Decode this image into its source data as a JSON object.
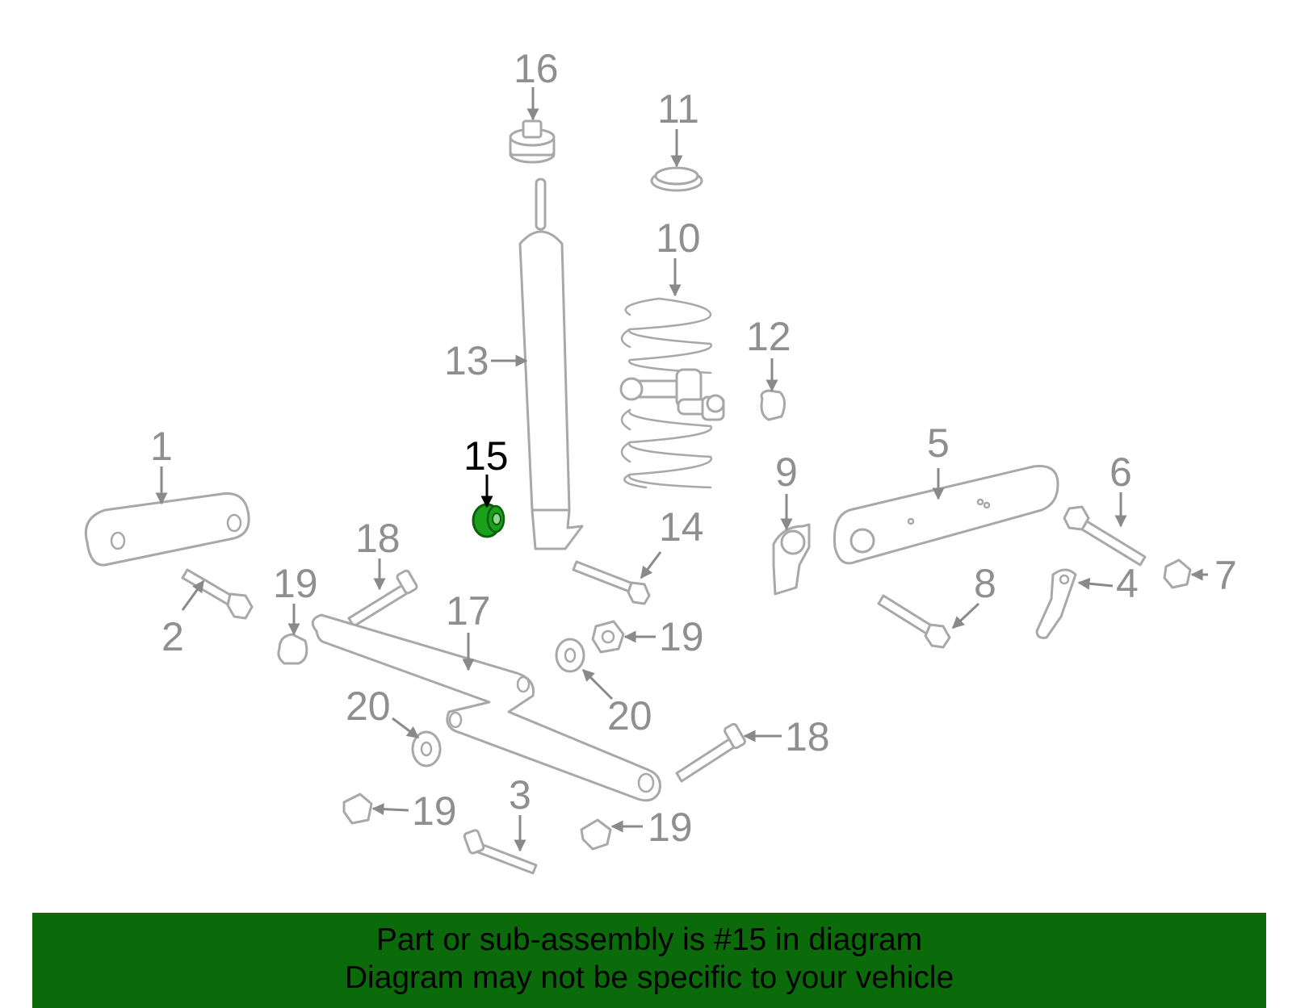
{
  "callouts": {
    "c1": "1",
    "c2": "2",
    "c3": "3",
    "c4": "4",
    "c5": "5",
    "c6": "6",
    "c7": "7",
    "c8": "8",
    "c9": "9",
    "c10": "10",
    "c11": "11",
    "c12": "12",
    "c13": "13",
    "c14": "14",
    "c15": "15",
    "c16": "16",
    "c17": "17",
    "c18a": "18",
    "c18b": "18",
    "c19a": "19",
    "c19b": "19",
    "c19c": "19",
    "c19d": "19",
    "c20a": "20",
    "c20b": "20"
  },
  "highlighted_part": "15",
  "colors": {
    "highlight": "#1aa01a",
    "footer_bg": "#0b6b0b",
    "part_stroke": "#a8a8a8"
  },
  "footer": {
    "line1": "Part or sub-assembly is #15 in diagram",
    "line2": "Diagram may not be specific to your vehicle"
  }
}
